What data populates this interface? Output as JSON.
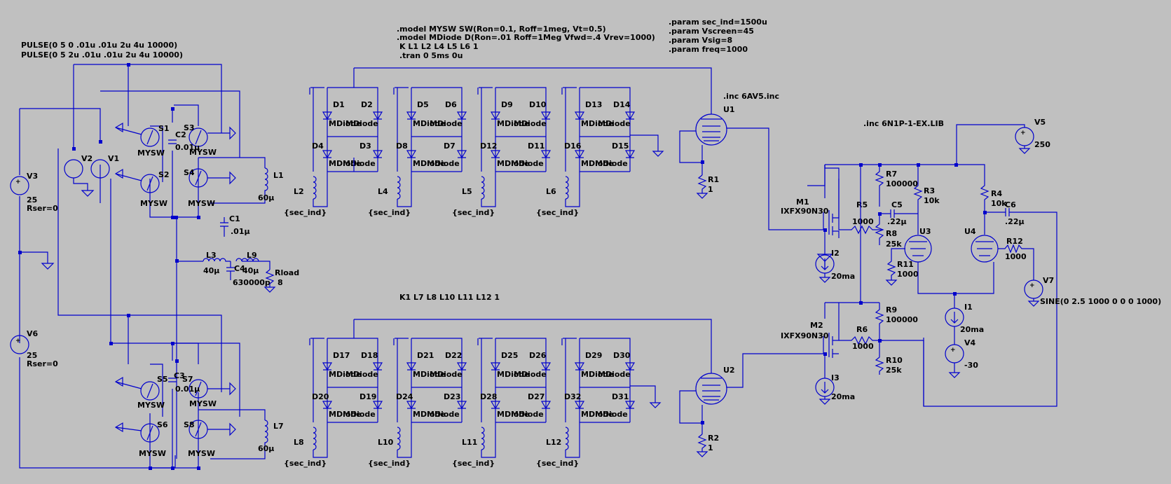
{
  "directives": {
    "pulse1": "PULSE(0 5 0 .01u .01u 2u 4u 10000)",
    "pulse2": "PULSE(0 5 2u .01u .01u 2u 4u 10000)",
    "model_sw": ".model MYSW SW(Ron=0.1, Roff=1meg, Vt=0.5)",
    "model_diode": ".model MDiode D(Ron=.01 Roff=1Meg Vfwd=.4 Vrev=1000)",
    "k1": "K L1 L2 L4 L5 L6 1",
    "tran": ".tran 0 5ms 0u",
    "param1": ".param sec_ind=1500u",
    "param2": ".param Vscreen=45",
    "param3": ".param Vsig=8",
    "param4": ".param freq=1000",
    "inc1": ".inc 6AV5.inc",
    "inc2": ".inc 6N1P-1-EX.LIB",
    "k2": "K1 L7 L8 L10 L11 L12 1"
  },
  "labels": {
    "V3": "V3",
    "V3v": "25",
    "V3r": "Rser=0",
    "V6": "V6",
    "V6v": "25",
    "V6r": "Rser=0",
    "V2": "V2",
    "V1": "V1",
    "S1": "S1",
    "S2": "S2",
    "S3": "S3",
    "S4": "S4",
    "S5": "S5",
    "S6": "S6",
    "S7": "S7",
    "S8": "S8",
    "MYSW": "MYSW",
    "C2": "C2",
    "C2v": "0.01µ",
    "C3": "C3",
    "C3v": "0.01µ",
    "C1": "C1",
    "C1v": ".01µ",
    "L1": "L1",
    "L1v": "60µ",
    "L7": "L7",
    "L7v": "60µ",
    "L3": "L3",
    "L3v": "40µ",
    "L9": "L9",
    "L9v": "40µ",
    "C4": "C4",
    "C4v": "630000p",
    "Rload": "Rload",
    "Rloadv": "8",
    "MDiode": "MDiode",
    "D1": "D1",
    "D2": "D2",
    "D3": "D3",
    "D4": "D4",
    "D5": "D5",
    "D6": "D6",
    "D7": "D7",
    "D8": "D8",
    "D9": "D9",
    "D10": "D10",
    "D11": "D11",
    "D12": "D12",
    "D13": "D13",
    "D14": "D14",
    "D15": "D15",
    "D16": "D16",
    "D17": "D17",
    "D18": "D18",
    "D19": "D19",
    "D20": "D20",
    "D21": "D21",
    "D22": "D22",
    "D23": "D23",
    "D24": "D24",
    "D25": "D25",
    "D26": "D26",
    "D27": "D27",
    "D28": "D28",
    "D29": "D29",
    "D30": "D30",
    "D31": "D31",
    "D32": "D32",
    "L2": "L2",
    "L4": "L4",
    "L5": "L5",
    "L6": "L6",
    "L8": "L8",
    "L10": "L10",
    "L11": "L11",
    "L12": "L12",
    "secind": "{sec_ind}",
    "U1": "U1",
    "U2": "U2",
    "U3": "U3",
    "U4": "U4",
    "R1": "R1",
    "R1v": "1",
    "R2": "R2",
    "R2v": "1",
    "M1": "M1",
    "M2": "M2",
    "mos": "IXFX90N30",
    "R5": "R5",
    "R5v": "1000",
    "R6": "R6",
    "R6v": "1000",
    "R7": "R7",
    "R7v": "100000",
    "R9": "R9",
    "R9v": "100000",
    "R8": "R8",
    "R8v": "25k",
    "R10": "R10",
    "R10v": "25k",
    "R3": "R3",
    "R3v": "10k",
    "R4": "R4",
    "R4v": "10k",
    "C5": "C5",
    "C5v": ".22µ",
    "C6": "C6",
    "C6v": ".22µ",
    "R11": "R11",
    "R11v": "1000",
    "R12": "R12",
    "R12v": "1000",
    "I1": "I1",
    "I1v": "20ma",
    "I2": "I2",
    "I2v": "20ma",
    "I3": "I3",
    "I3v": "20ma",
    "V4": "V4",
    "V4v": "-30",
    "V5": "V5",
    "V5v": "250",
    "V7": "V7",
    "V7v": "SINE(0 2.5 1000 0 0 0 1000)"
  },
  "colors": {
    "background": "#c0c0c0",
    "wire": "#0000cc",
    "text": "#000000"
  }
}
